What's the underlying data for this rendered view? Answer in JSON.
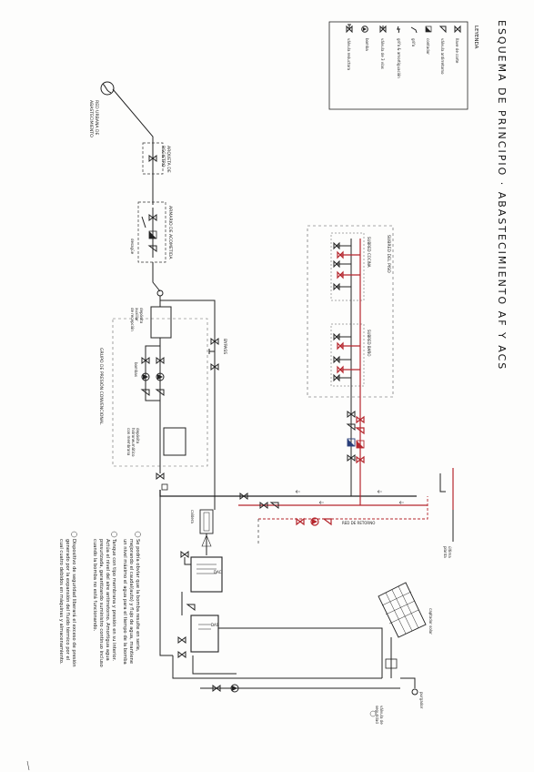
{
  "title": "ESQUEMA DE PRINCIPIO · ABASTECIMIENTO AF Y ACS",
  "legend": {
    "title": "LEYENDA",
    "items": [
      "llave de corte",
      "válvula antirretorno",
      "contador",
      "grifo",
      "grifo & amortiguación",
      "válvula de 3 vías",
      "bomba",
      "válvula reductora"
    ]
  },
  "labels": {
    "red_urbana_1": "RED URBANA DE",
    "red_urbana_2": "ABASTECIMIENTO",
    "arqueta_1": "ARQUETA DE",
    "arqueta_2": "REGISTRO",
    "armario": "ARMARIO DE ACOMETIDA",
    "desague": "desagüe",
    "bypass": "BYPASS",
    "deposito_1": "depósito",
    "deposito_2": "auxiliar",
    "deposito_3": "de recepción",
    "bombas": "bombas",
    "hidroneumatico_1": "depósito",
    "hidroneumatico_2": "hidroneumático",
    "hidroneumatico_3": "con membrana",
    "grupo_presion": "GRUPO DE PRESIÓN CONVENCIONAL",
    "red_retorno": "RED DE RETORNO",
    "caldera": "caldera",
    "dac": "DAC",
    "das": "DAS",
    "captador_solar": "captador solar",
    "purgador": "purgador",
    "valvula_seguridad_1": "válvula de",
    "valvula_seguridad_2": "seguridad",
    "ultima_planta_1": "última",
    "ultima_planta_2": "planta",
    "subred_piso": "SUBRED DEL PISO",
    "subred_cocina": "SUBRED COCINA",
    "subred_bano": "SUBRED BAÑO"
  },
  "notes": [
    [
      "Se podría obviar que la bomba resulte en serie,",
      "mejorando el caudal(auto) y flujo de agua, mantiene",
      "un nivel máximo el agua para el tiempo de la bomba"
    ],
    [
      "Tanque con tipo membrana y presión en su interior.",
      "Actúa el nivel del aire antirretorno. Amortigua agua",
      "presurizada, garantizando suministro continuo incluso",
      "cuando la bomba no está funcionando.",
      ""
    ],
    [
      "Dispositivo de seguridad liberará el exceso de presión",
      "generado por la expansión del fluido térmico por el",
      "cual cuatro debidos en máquinas y almacenamiento."
    ]
  ],
  "colors": {
    "cold_water": "#222222",
    "hot_water": "#b5262d",
    "counter_cold": "#2a3f7a"
  }
}
